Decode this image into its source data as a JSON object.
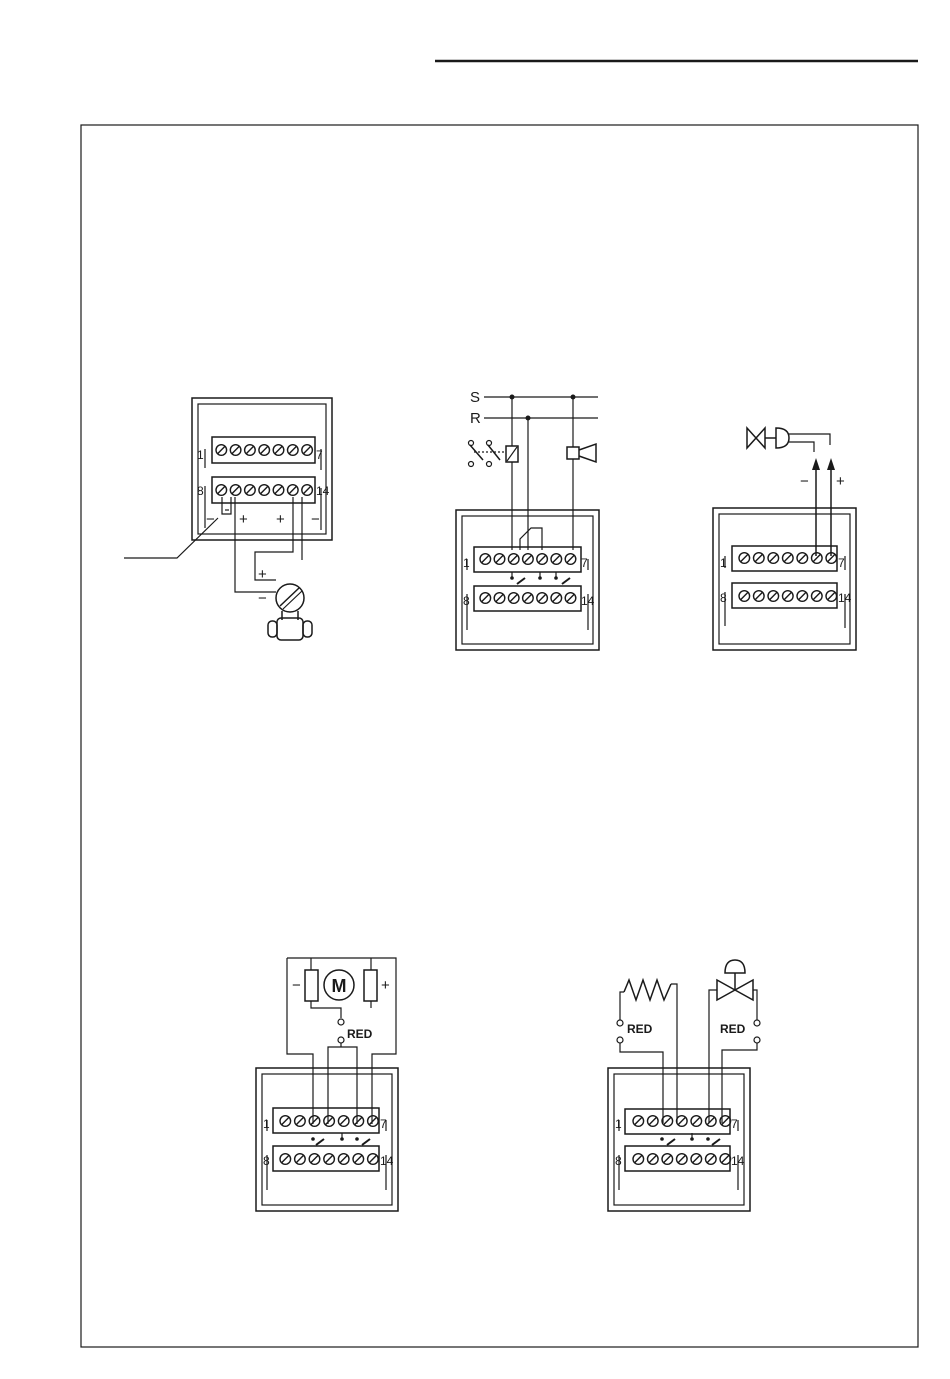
{
  "terminal_labels": {
    "top_left": "1",
    "top_right": "7",
    "bottom_left": "8",
    "bottom_right": "14"
  },
  "diagram_transmitter": {
    "minus_left": "−",
    "plus_left": "+",
    "plus_right": "+",
    "minus_right": "−",
    "transmitter_plus": "+",
    "transmitter_minus": "−"
  },
  "diagram_relay": {
    "line_s": "S",
    "line_r": "R"
  },
  "diagram_valve": {
    "minus": "−",
    "plus": "+"
  },
  "diagram_motor": {
    "motor": "M",
    "minus": "−",
    "plus": "+",
    "red": "RED"
  },
  "diagram_heater_valve": {
    "red_left": "RED",
    "red_right": "RED"
  }
}
